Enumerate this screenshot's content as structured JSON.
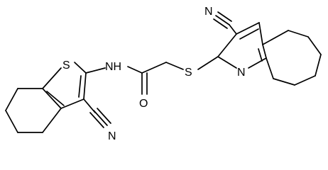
{
  "molecule": {
    "atoms": {
      "nitrile_n_top": "N",
      "nitrile_n_bottom": "N",
      "thiophene_s": "S",
      "thioether_s": "S",
      "amide_nh": "NH",
      "pyridine_n": "N",
      "carbonyl_o": "O"
    }
  }
}
